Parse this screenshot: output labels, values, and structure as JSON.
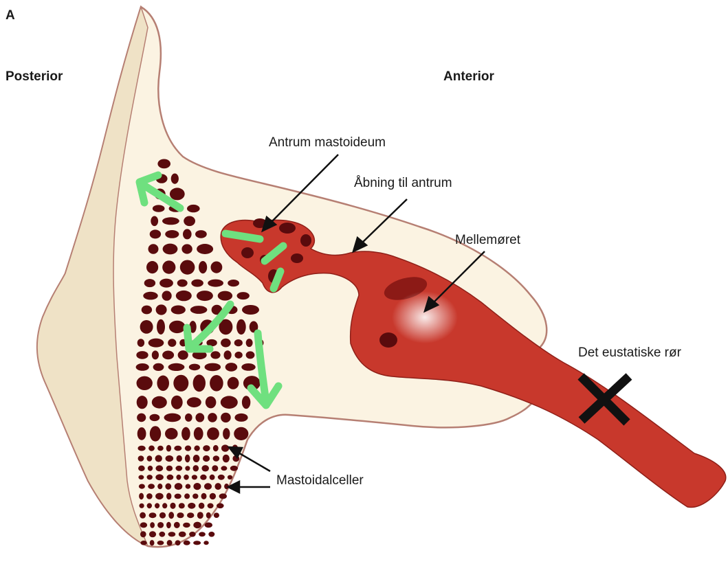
{
  "figure": {
    "panel_letter": "A",
    "orientation": {
      "left": "Posterior",
      "right": "Anterior"
    },
    "labels": {
      "antrum": "Antrum mastoideum",
      "opening": "Åbning til antrum",
      "middle_ear": "Mellemøret",
      "tube": "Det eustatiske rør",
      "cells": "Mastoidalceller"
    },
    "colors": {
      "bone": "#fbf3e2",
      "bone_outline": "#b67f73",
      "cortex": "#efe2c6",
      "air_space": "#c8382c",
      "cells": "#5a0b0d",
      "flow_arrows": "#6fe07f",
      "blockage": "#111111"
    },
    "icons": [
      "flow-arrow-icon",
      "blockage-x-icon",
      "pointer-arrow-icon"
    ]
  }
}
